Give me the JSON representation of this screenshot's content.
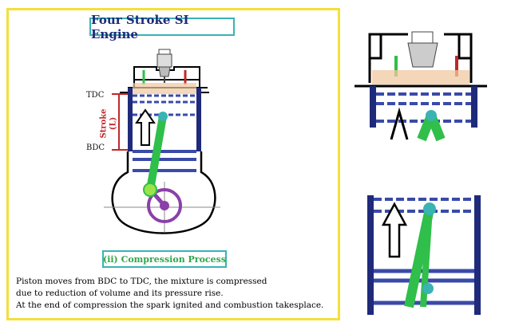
{
  "title": "Four Stroke SI Engine",
  "labels": {
    "tdc": "TDC",
    "bdc": "BDC",
    "stroke": "Stroke",
    "stroke_symbol": "(L)"
  },
  "process_title": "(ii) Compression Process",
  "description": [
    "Piston moves from BDC to TDC, the mixture is compressed",
    "due to reduction of volume and its pressure rise.",
    "At the end of compression the spark ignited and combustion takesplace."
  ],
  "colors": {
    "panel_border": "#f3e03a",
    "box_border": "#39b3b3",
    "title_text": "#1f2a7a",
    "process_text": "#2fa84a",
    "stroke_marker": "#c0282b",
    "cylinder_wall": "#1f2a7a",
    "piston": "#3a4aa8",
    "connecting_rod": "#2fbf4a",
    "crank": "#8b3fa8",
    "mixture": "#f0c8a0"
  }
}
